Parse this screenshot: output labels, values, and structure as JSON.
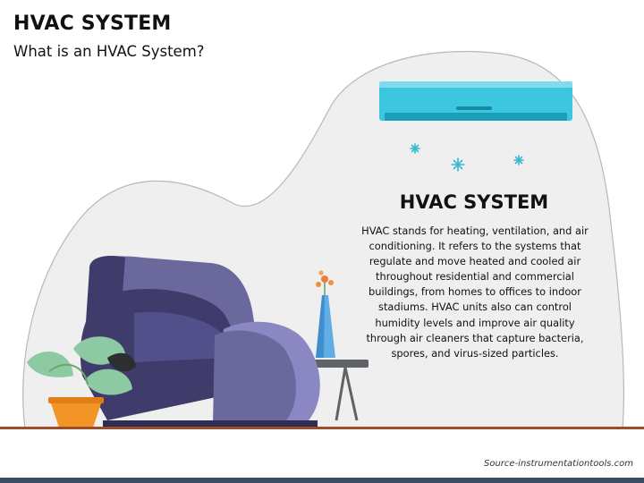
{
  "slide": {
    "title": "HVAC SYSTEM",
    "subtitle": "What is an HVAC System?"
  },
  "content": {
    "title": "HVAC SYSTEM",
    "body": "HVAC stands for heating, ventilation, and air conditioning. It refers to the systems that regulate and move heated and cooled air throughout residential and commercial buildings, from homes to offices to indoor stadiums. HVAC units also can control humidity levels and improve air quality through air cleaners that capture bacteria, spores, and virus-sized particles."
  },
  "footer": {
    "source": "Source-instrumentationtools.com"
  },
  "illustration": {
    "icons": [
      "air-conditioner-icon",
      "snowflake-icon",
      "armchair-icon",
      "side-table-icon",
      "vase-icon",
      "flower-icon",
      "potted-plant-icon"
    ]
  },
  "colors": {
    "blob_fill": "#efefef",
    "blob_stroke": "#b8b8b8",
    "ac_body": "#3cc6e0",
    "ac_dark": "#1b9fb9",
    "chair": "#6b689e",
    "chair_dark": "#3f3c6b",
    "floor_line": "#9b4e2a",
    "bottom_bar": "#3a4d60",
    "pot": "#f39426",
    "leaf": "#8dc9a2"
  }
}
